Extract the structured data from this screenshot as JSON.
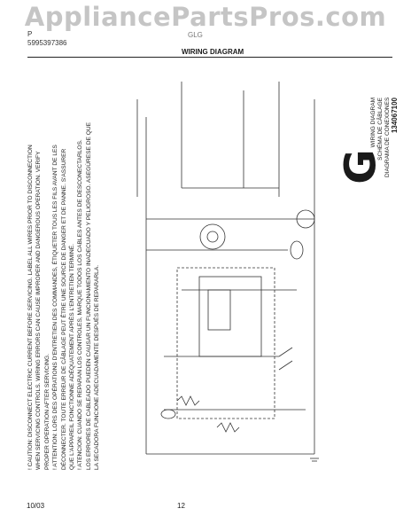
{
  "watermark": "AppliancePartsPros.com",
  "header": {
    "line1": "P",
    "part_number": "5995397386",
    "model_fragment": "GLG",
    "title": "WIRING DIAGRAM"
  },
  "warning_lines": [
    "! CAUTION: DISCONNECT ELECTRIC CURRENT BEFORE SERVICING. LABEL ALL WIRES PRIOR TO DISCONNECTION",
    "WHEN SERVICING CONTROLS. WIRING ERRORS CAN CAUSE IMPROPER AND DANGEROUS OPERATION. VERIFY",
    "PROPER OPERATION AFTER SERVICING.",
    "! ATTENTION: LORS DES OPÉRATIONS D'ENTRETIEN DES COMMANDES, ÉTIQUETER TOUS LES FILS AVANT DE LES",
    "DÉCONNECTER. TOUTE ERREUR DE CÂBLAGE PEUT ÊTRE UNE SOURCE DE DANGER ET DE PANNE. S'ASSURER",
    "QUE L'APPAREIL FONCTIONNE ADÉQUATEMENT APRÈS L'ENTRETIEN TERMINÉ.",
    "! ATENCION: CUANDO SE REPARAN LOS CONTROLES, MARQUE TODOS LOS CABLES ANTES DE DESCONECTARLOS.",
    "LOS ERRORES DE CABLEADO PUEDEN CAUSAR UN FUNCIONAMIENTO INADECUADO Y PELIGROSO. ASEGÚRESE DE QUE",
    "LA SECADORA FUNCIONE ADECUADAMENTE DESPUÉS DE REPARARLA."
  ],
  "title_block": {
    "line1": "WIRING DIAGRAM",
    "line2": "SCHÉMA DE CÂBLAGE",
    "line3": "DIAGRAMA DE CONEXIONES",
    "line4": "134067100",
    "letter": "G"
  },
  "footer": {
    "date": "10/03",
    "page": "12"
  }
}
